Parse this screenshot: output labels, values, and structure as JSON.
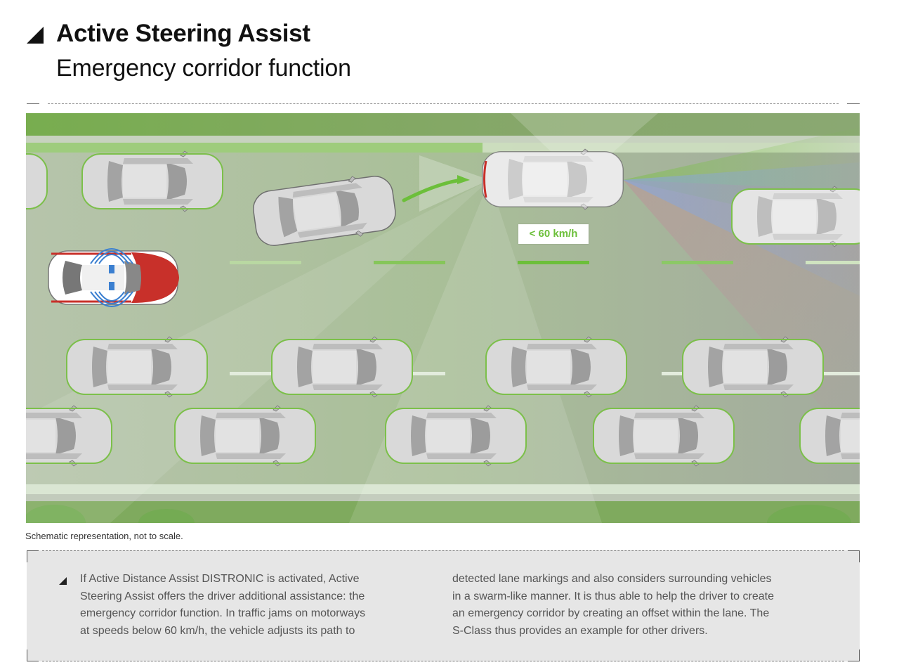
{
  "header": {
    "title": "Active Steering Assist",
    "subtitle": "Emergency corridor function"
  },
  "illustration": {
    "speed_label": "< 60 km/h",
    "description": "Top-down motorway traffic jam scene: ego vehicle with sensor cones shifts within its lane to form an emergency corridor; emergency vehicle with blue lights approaches from behind",
    "colors": {
      "verge_green": "#7fa85a",
      "road_grey": "#a9b3a4",
      "highlight_green": "#6cbf3a",
      "emergency_red": "#c8302a",
      "siren_blue": "#3b7fd0"
    },
    "icons": [
      "emergency-vehicle-icon",
      "siren-waves-icon",
      "lane-shift-arrow-icon",
      "radar-cone-icon"
    ]
  },
  "caption": "Schematic representation, not to scale.",
  "info": {
    "left_lines": [
      "If Active Distance Assist DISTRONIC is activated, Active",
      "Steering Assist offers the driver additional assistance: the",
      "emergency corridor function. In traffic jams on motorways",
      "at speeds below 60 km/h, the vehicle adjusts its path to"
    ],
    "right_lines": [
      "detected lane markings and also considers surrounding vehicles",
      "in a swarm-like manner. It is thus able to help the driver to create",
      "an emergency corridor by creating an offset within the lane. The",
      "S-Class thus provides an example for other drivers."
    ]
  }
}
